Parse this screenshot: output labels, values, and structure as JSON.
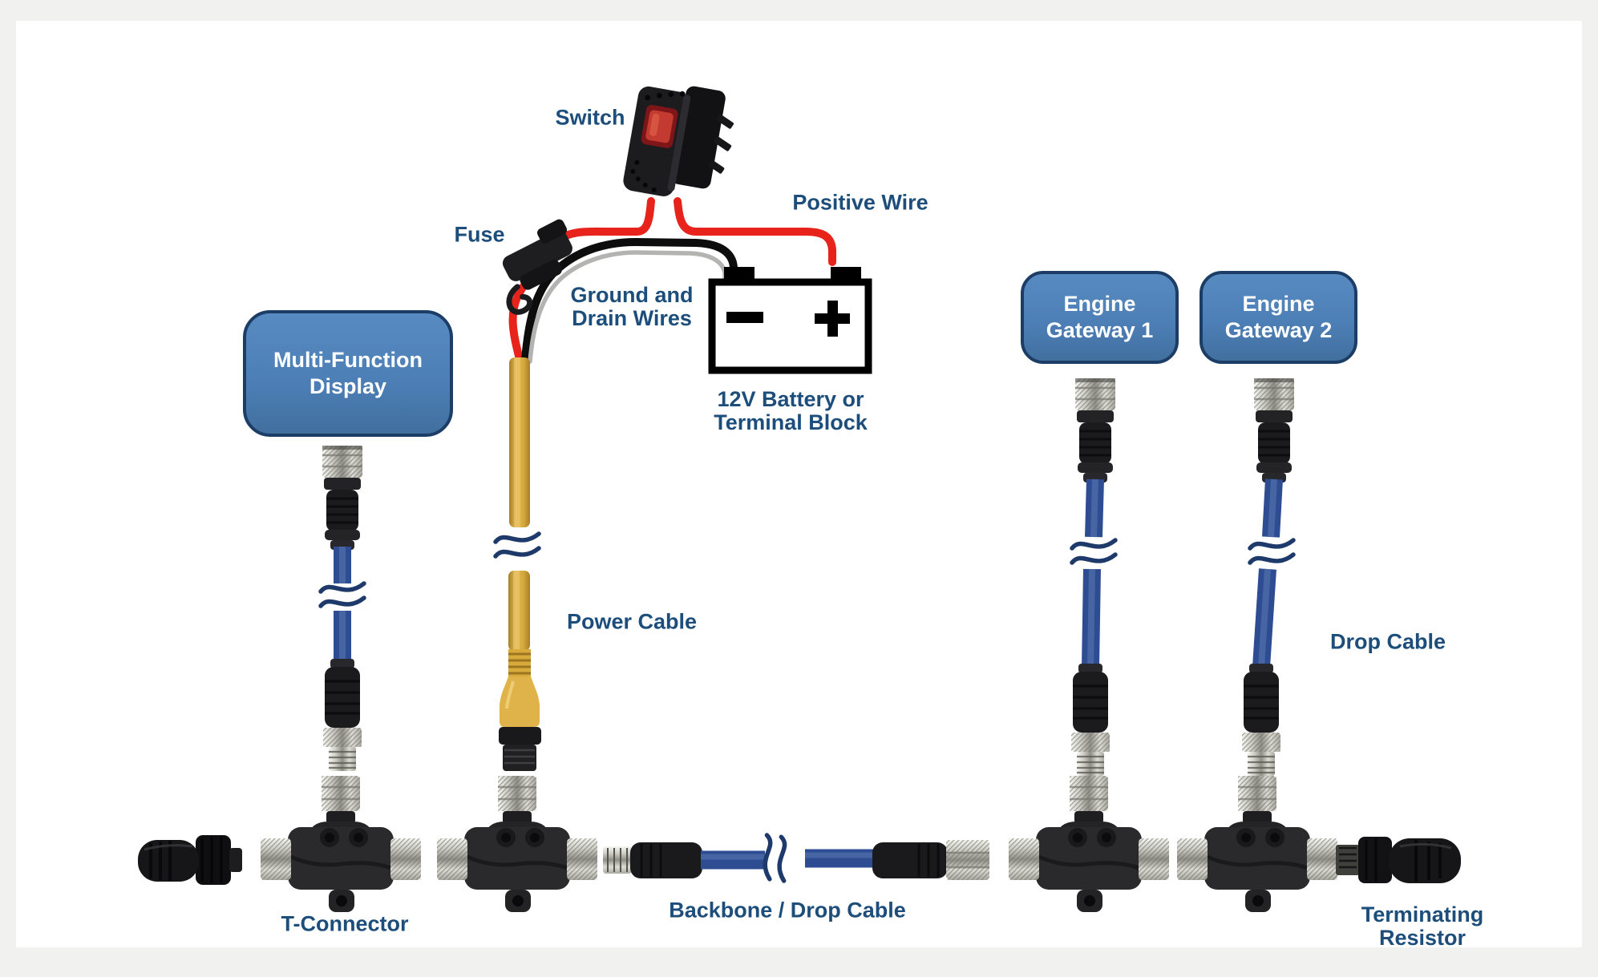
{
  "labels": {
    "switch": "Switch",
    "positive_wire": "Positive Wire",
    "fuse": "Fuse",
    "ground_drain_line1": "Ground and",
    "ground_drain_line2": "Drain Wires",
    "battery_line1": "12V Battery or",
    "battery_line2": "Terminal Block",
    "power_cable": "Power Cable",
    "drop_cable": "Drop Cable",
    "t_connector": "T-Connector",
    "backbone_drop_cable": "Backbone / Drop Cable",
    "terminating_line1": "Terminating",
    "terminating_line2": "Resistor"
  },
  "nodes": {
    "multi_function_display": {
      "line1": "Multi-Function",
      "line2": "Display"
    },
    "engine_gateway_1": {
      "line1": "Engine",
      "line2": "Gateway 1"
    },
    "engine_gateway_2": {
      "line1": "Engine",
      "line2": "Gateway 2"
    }
  },
  "battery_terminals": {
    "negative": "−",
    "positive": "+"
  },
  "icons": {
    "switch_device": "rocker-switch",
    "fuse_device": "inline-fuse-holder",
    "battery_device": "battery-outline",
    "cable_break": "double-wave-break-mark"
  },
  "colors": {
    "label_text": "#1d4e7b",
    "node_fill": "#4d7fb7",
    "node_border": "#1c3d66",
    "node_text": "#ffffff",
    "positive_wire": "#e8231b",
    "ground_wire": "#0d0d0d",
    "drain_wire": "#b3b3b1",
    "power_cable_yellow": "#d5a83e",
    "network_cable_blue": "#2e4c92",
    "break_mark": "#1e3a6b",
    "battery_outline": "#000000"
  }
}
